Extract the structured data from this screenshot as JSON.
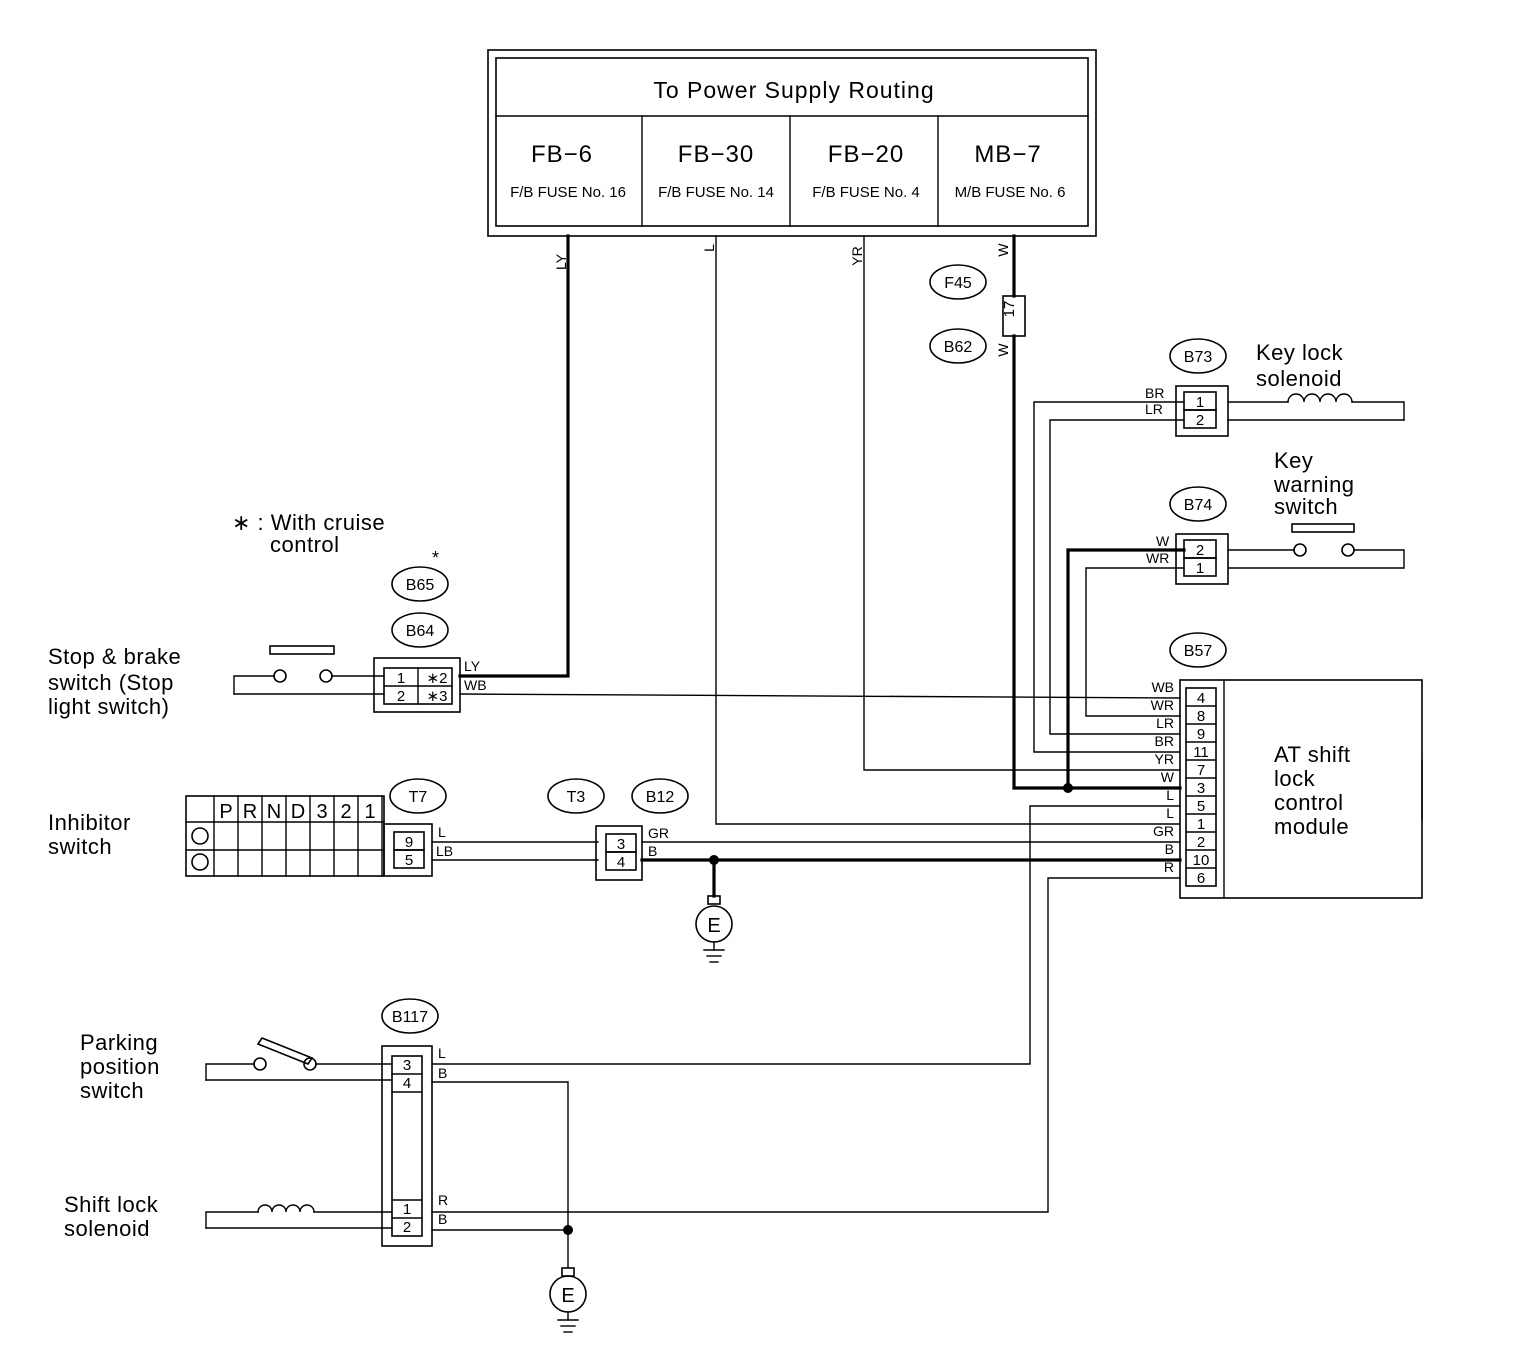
{
  "power": {
    "title": "To Power Supply Routing",
    "fuses": [
      {
        "id": "FB−6",
        "desc": "F/B FUSE No. 16"
      },
      {
        "id": "FB−30",
        "desc": "F/B FUSE No. 14"
      },
      {
        "id": "FB−20",
        "desc": "F/B FUSE No. 4"
      },
      {
        "id": "MB−7",
        "desc": "M/B FUSE No. 6"
      }
    ]
  },
  "connectors": {
    "f45": "F45",
    "b62": "B62",
    "b73": "B73",
    "b74": "B74",
    "b57": "B57",
    "b65": "B65",
    "b65_star": "*",
    "b64": "B64",
    "t7": "T7",
    "t3": "T3",
    "b12": "B12",
    "b117": "B117",
    "inline_fuse": "17"
  },
  "components": {
    "key_lock_solenoid": [
      "Key lock",
      "solenoid"
    ],
    "key_warning_switch": [
      "Key",
      "warning",
      "switch"
    ],
    "cruise_note": [
      "∗ : With cruise",
      "control"
    ],
    "stop_brake_switch": [
      "Stop & brake",
      "switch (Stop",
      "light switch)"
    ],
    "inhibitor_switch": [
      "Inhibitor",
      "switch"
    ],
    "at_module": [
      "AT shift",
      "lock",
      "control",
      "module"
    ],
    "parking_switch": [
      "Parking",
      "position",
      "switch"
    ],
    "shift_lock_solenoid": [
      "Shift lock",
      "solenoid"
    ],
    "ground": "E"
  },
  "wires": {
    "ly": "LY",
    "l": "L",
    "yr": "YR",
    "w": "W",
    "w2": "W",
    "br": "BR",
    "lr": "LR",
    "b74_w": "W",
    "b74_wr": "WR",
    "b64_ly": "LY",
    "b64_wb": "WB",
    "t7_l": "L",
    "t7_lb": "LB",
    "b12_gr": "GR",
    "b12_b": "B",
    "b117_l": "L",
    "b117_b": "B",
    "b117_r": "R",
    "b117_b2": "B"
  },
  "pins": {
    "b73": [
      "1",
      "2"
    ],
    "b74": [
      "2",
      "1"
    ],
    "b64": [
      "1",
      "∗2",
      "2",
      "∗3"
    ],
    "t7": [
      "9",
      "5"
    ],
    "b12": [
      "3",
      "4"
    ],
    "b117": [
      "3",
      "4",
      "1",
      "2"
    ],
    "b57": [
      {
        "wire": "WB",
        "pin": "4"
      },
      {
        "wire": "WR",
        "pin": "8"
      },
      {
        "wire": "LR",
        "pin": "9"
      },
      {
        "wire": "BR",
        "pin": "11"
      },
      {
        "wire": "YR",
        "pin": "7"
      },
      {
        "wire": "W",
        "pin": "3"
      },
      {
        "wire": "L",
        "pin": "5"
      },
      {
        "wire": "L",
        "pin": "1"
      },
      {
        "wire": "GR",
        "pin": "2"
      },
      {
        "wire": "B",
        "pin": "10"
      },
      {
        "wire": "R",
        "pin": "6"
      }
    ]
  },
  "inhibitor_grid": {
    "headers": [
      "P",
      "R",
      "N",
      "D",
      "3",
      "2",
      "1"
    ]
  }
}
